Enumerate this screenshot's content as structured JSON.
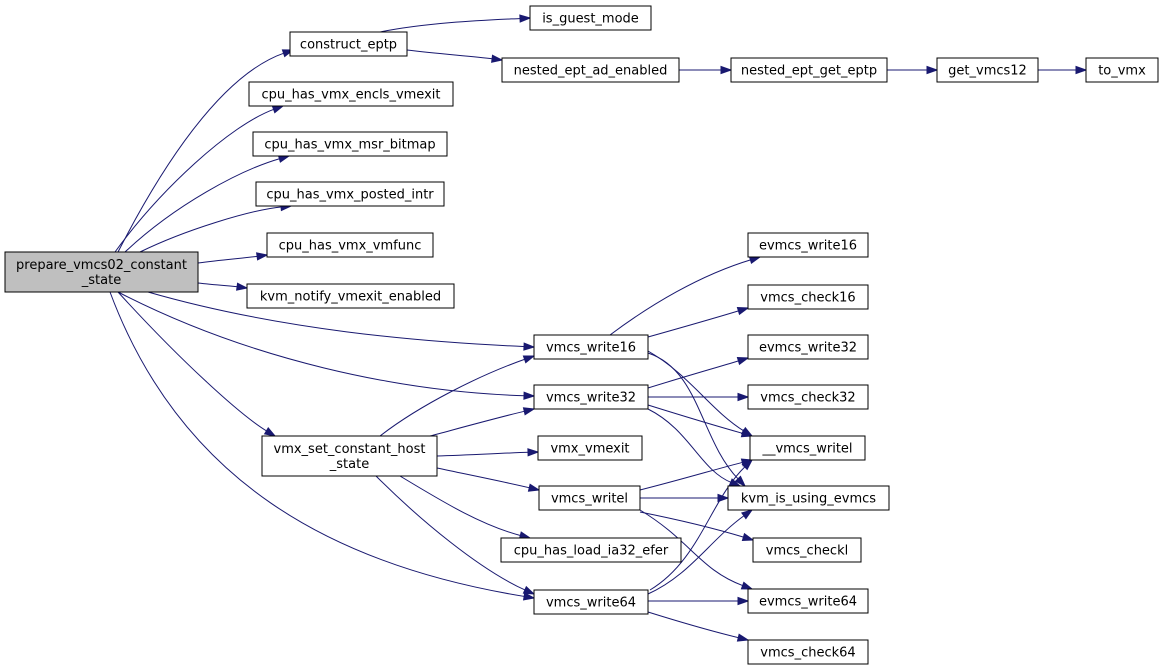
{
  "colors": {
    "edge": "#191970",
    "root_fill": "#bfbfbf",
    "node_fill": "#ffffff",
    "node_border": "#000000"
  },
  "nodes": [
    {
      "id": "root",
      "lines": [
        "prepare_vmcs02_constant",
        "_state"
      ],
      "root": true
    },
    {
      "id": "construct_eptp",
      "lines": [
        "construct_eptp"
      ]
    },
    {
      "id": "is_guest_mode",
      "lines": [
        "is_guest_mode"
      ]
    },
    {
      "id": "nested_ept_ad_enabled",
      "lines": [
        "nested_ept_ad_enabled"
      ]
    },
    {
      "id": "nested_ept_get_eptp",
      "lines": [
        "nested_ept_get_eptp"
      ]
    },
    {
      "id": "get_vmcs12",
      "lines": [
        "get_vmcs12"
      ]
    },
    {
      "id": "to_vmx",
      "lines": [
        "to_vmx"
      ]
    },
    {
      "id": "cpu_has_vmx_encls_vmexit",
      "lines": [
        "cpu_has_vmx_encls_vmexit"
      ]
    },
    {
      "id": "cpu_has_vmx_msr_bitmap",
      "lines": [
        "cpu_has_vmx_msr_bitmap"
      ]
    },
    {
      "id": "cpu_has_vmx_posted_intr",
      "lines": [
        "cpu_has_vmx_posted_intr"
      ]
    },
    {
      "id": "cpu_has_vmx_vmfunc",
      "lines": [
        "cpu_has_vmx_vmfunc"
      ]
    },
    {
      "id": "kvm_notify_vmexit_enabled",
      "lines": [
        "kvm_notify_vmexit_enabled"
      ]
    },
    {
      "id": "vmcs_write16",
      "lines": [
        "vmcs_write16"
      ]
    },
    {
      "id": "vmcs_write32",
      "lines": [
        "vmcs_write32"
      ]
    },
    {
      "id": "vmx_set_constant_host_state",
      "lines": [
        "vmx_set_constant_host",
        "_state"
      ]
    },
    {
      "id": "vmx_vmexit",
      "lines": [
        "vmx_vmexit"
      ]
    },
    {
      "id": "vmcs_writel",
      "lines": [
        "vmcs_writel"
      ]
    },
    {
      "id": "cpu_has_load_ia32_efer",
      "lines": [
        "cpu_has_load_ia32_efer"
      ]
    },
    {
      "id": "vmcs_write64",
      "lines": [
        "vmcs_write64"
      ]
    },
    {
      "id": "evmcs_write16",
      "lines": [
        "evmcs_write16"
      ]
    },
    {
      "id": "vmcs_check16",
      "lines": [
        "vmcs_check16"
      ]
    },
    {
      "id": "evmcs_write32",
      "lines": [
        "evmcs_write32"
      ]
    },
    {
      "id": "vmcs_check32",
      "lines": [
        "vmcs_check32"
      ]
    },
    {
      "id": "__vmcs_writel",
      "lines": [
        "__vmcs_writel"
      ]
    },
    {
      "id": "kvm_is_using_evmcs",
      "lines": [
        "kvm_is_using_evmcs"
      ]
    },
    {
      "id": "vmcs_checkl",
      "lines": [
        "vmcs_checkl"
      ]
    },
    {
      "id": "evmcs_write64",
      "lines": [
        "evmcs_write64"
      ]
    },
    {
      "id": "vmcs_check64",
      "lines": [
        "vmcs_check64"
      ]
    }
  ],
  "edges": [
    [
      "root",
      "construct_eptp"
    ],
    [
      "root",
      "cpu_has_vmx_encls_vmexit"
    ],
    [
      "root",
      "cpu_has_vmx_msr_bitmap"
    ],
    [
      "root",
      "cpu_has_vmx_posted_intr"
    ],
    [
      "root",
      "cpu_has_vmx_vmfunc"
    ],
    [
      "root",
      "kvm_notify_vmexit_enabled"
    ],
    [
      "root",
      "vmcs_write16"
    ],
    [
      "root",
      "vmcs_write32"
    ],
    [
      "root",
      "vmx_set_constant_host_state"
    ],
    [
      "root",
      "vmcs_write64"
    ],
    [
      "construct_eptp",
      "is_guest_mode"
    ],
    [
      "construct_eptp",
      "nested_ept_ad_enabled"
    ],
    [
      "nested_ept_ad_enabled",
      "nested_ept_get_eptp"
    ],
    [
      "nested_ept_get_eptp",
      "get_vmcs12"
    ],
    [
      "get_vmcs12",
      "to_vmx"
    ],
    [
      "vmx_set_constant_host_state",
      "vmcs_write16"
    ],
    [
      "vmx_set_constant_host_state",
      "vmcs_write32"
    ],
    [
      "vmx_set_constant_host_state",
      "vmx_vmexit"
    ],
    [
      "vmx_set_constant_host_state",
      "vmcs_writel"
    ],
    [
      "vmx_set_constant_host_state",
      "cpu_has_load_ia32_efer"
    ],
    [
      "vmx_set_constant_host_state",
      "vmcs_write64"
    ],
    [
      "vmcs_write16",
      "evmcs_write16"
    ],
    [
      "vmcs_write16",
      "vmcs_check16"
    ],
    [
      "vmcs_write16",
      "__vmcs_writel"
    ],
    [
      "vmcs_write16",
      "kvm_is_using_evmcs"
    ],
    [
      "vmcs_write32",
      "evmcs_write32"
    ],
    [
      "vmcs_write32",
      "vmcs_check32"
    ],
    [
      "vmcs_write32",
      "__vmcs_writel"
    ],
    [
      "vmcs_write32",
      "kvm_is_using_evmcs"
    ],
    [
      "vmcs_writel",
      "__vmcs_writel"
    ],
    [
      "vmcs_writel",
      "kvm_is_using_evmcs"
    ],
    [
      "vmcs_writel",
      "vmcs_checkl"
    ],
    [
      "vmcs_writel",
      "evmcs_write64"
    ],
    [
      "vmcs_write64",
      "__vmcs_writel"
    ],
    [
      "vmcs_write64",
      "kvm_is_using_evmcs"
    ],
    [
      "vmcs_write64",
      "evmcs_write64"
    ],
    [
      "vmcs_write64",
      "vmcs_check64"
    ]
  ]
}
